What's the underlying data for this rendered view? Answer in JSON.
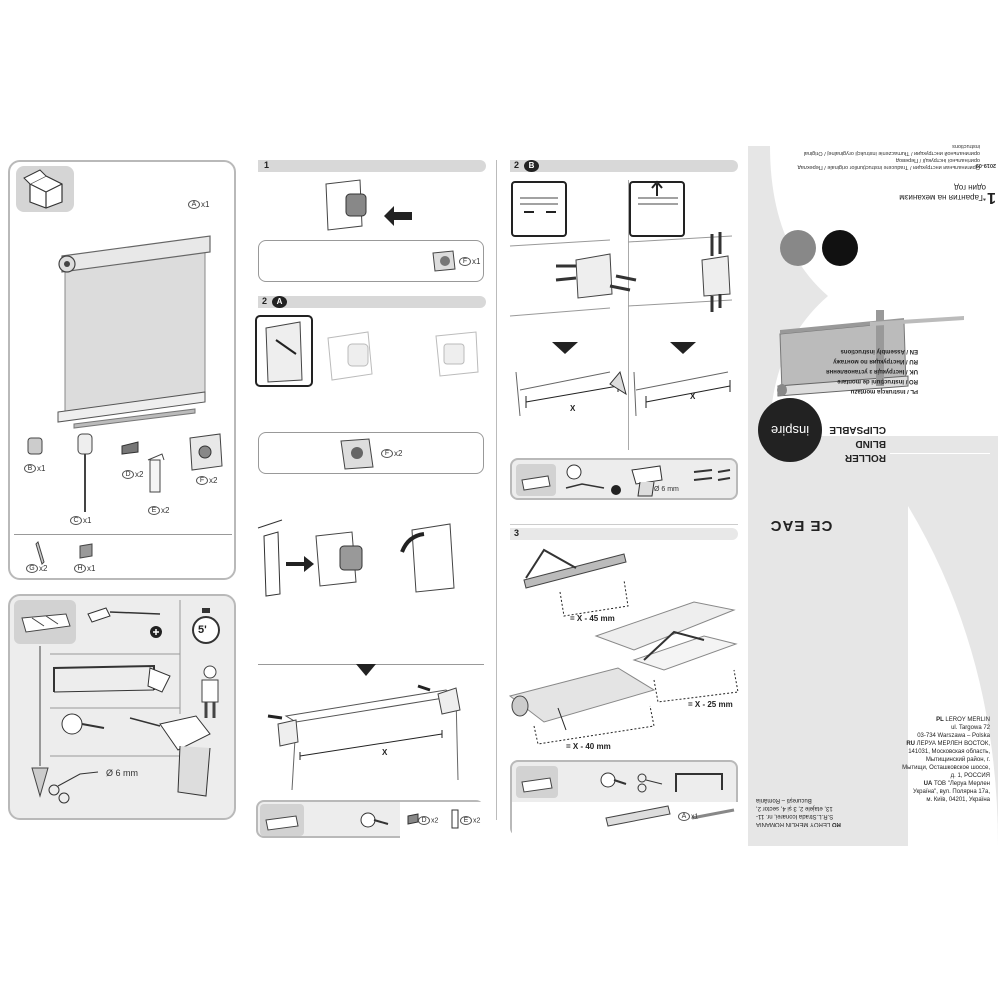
{
  "left_sheet": {
    "parts": [
      {
        "code": "A",
        "qty": "x1"
      },
      {
        "code": "B",
        "qty": "x1"
      },
      {
        "code": "C",
        "qty": "x1"
      },
      {
        "code": "D",
        "qty": "x2"
      },
      {
        "code": "E",
        "qty": "x2"
      },
      {
        "code": "F",
        "qty": "x2"
      },
      {
        "code": "G",
        "qty": "x2"
      },
      {
        "code": "H",
        "qty": "x1"
      }
    ],
    "tools": {
      "time": "5'",
      "drill_size": "Ø 6 mm"
    }
  },
  "steps": {
    "s1": {
      "num": "1",
      "part_code": "F",
      "part_qty": "x1"
    },
    "s2a": {
      "num": "2",
      "letter": "A",
      "part_code": "F",
      "part_qty": "x2",
      "measure": "X",
      "parts_row": [
        {
          "code": "D",
          "qty": "x2"
        },
        {
          "code": "E",
          "qty": "x2"
        }
      ]
    },
    "s2b": {
      "num": "2",
      "letter": "B",
      "measure_left": "X",
      "measure_right": "X",
      "drill": "Ø 6 mm"
    },
    "s3": {
      "num": "3",
      "m1": "= X - 45 mm",
      "m2": "= X - 25 mm",
      "m3": "= X - 40 mm",
      "part_code": "A",
      "part_qty": "x1"
    }
  },
  "cover": {
    "brand": "inspire",
    "product_line1": "ROLLER BLIND",
    "product_line2": "CLIPSABLE",
    "instructions": [
      "PL / Instrukcja montażu",
      "RO / Instrucțiuni de montare",
      "UK / Інструкція з установлення",
      "RU / Инструкция по монтажу",
      "EN / Assembly instructions"
    ],
    "warranty_line1": "*Гарантия на механизм",
    "warranty_line2": "один год",
    "warranty_num": "1",
    "original_note1": "Оригинальная инструкция / Traducere instrucțiunilor originale / Переклад оригінальної інструкції / Перевод",
    "original_note2": "оригинальной инструкции / Tłumaczenie instrukcji oryginalnej / Original instructions",
    "date_code": "2019-09",
    "marks": "CE EAC",
    "addresses": [
      {
        "country": "PL",
        "lines": [
          "LEROY MERLIN",
          "ul. Targowa 72",
          "03-734 Warszawa – Polska"
        ]
      },
      {
        "country": "RU",
        "lines": [
          "ЛЕРУА МЕРЛЕН ВОСТОК,",
          "141031, Московская область,",
          "Мытищинский район, г.",
          "Мытищи, Осташковское шоссе,",
          "д. 1, РОССИЯ"
        ]
      },
      {
        "country": "UA",
        "lines": [
          "ТОВ \"Леруа Мерлен",
          "Україна\", вул. Полярна 17а,",
          "м. Київ, 04201, Україна"
        ]
      },
      {
        "country": "RO",
        "lines": [
          "LEROY MERLIN ROMANIA",
          "S.R.L.Strada Iconarei, nr. 11-",
          "13, etajele 2, 3 și 4, sector 2,",
          "București – România"
        ]
      }
    ]
  }
}
